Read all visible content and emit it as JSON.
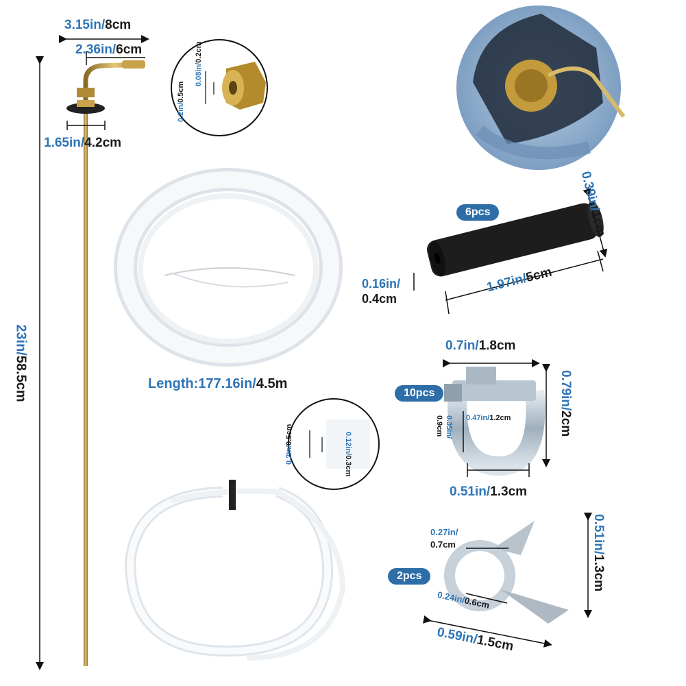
{
  "labels": {
    "rod_width_top": {
      "blue": "3.15in/",
      "black": "8cm"
    },
    "rod_bend": {
      "blue": "2.36in/",
      "black": "6cm"
    },
    "rod_base": {
      "blue": "1.65in/",
      "black": "4.2cm"
    },
    "rod_length": {
      "blue": "23in/",
      "black": "58.5cm"
    },
    "nut_a": {
      "blue": "0.08in/",
      "black": "0.2cm"
    },
    "nut_b": {
      "blue": "0.2in/",
      "black": "0.5cm"
    },
    "hose_length": {
      "blue": "Length:177.16in/",
      "black": "4.5m"
    },
    "tube_outer": {
      "blue": "0.2in/",
      "black": "0.5cm"
    },
    "tube_inner": {
      "blue": "0.12in/",
      "black": "0.3cm"
    },
    "sleeve_diameter": {
      "blue": "0.39in/",
      "black": "1cm"
    },
    "sleeve_inner": {
      "blue": "0.16in/",
      "black": "0.4cm"
    },
    "sleeve_length": {
      "blue": "1.97in/",
      "black": "5cm"
    },
    "clamp_width": {
      "blue": "0.7in/",
      "black": "1.8cm"
    },
    "clamp_height": {
      "blue": "0.79in/",
      "black": "2cm"
    },
    "clamp_inner": {
      "blue": "0.47in/",
      "black": "1.2cm"
    },
    "clamp_band": {
      "blue": "0.35in/",
      "black": "0.9cm"
    },
    "clamp_base": {
      "blue": "0.51in/",
      "black": "1.3cm"
    },
    "spring_height": {
      "blue": "0.51in/",
      "black": "1.3cm"
    },
    "spring_top": {
      "blue": "0.27in/",
      "black": "0.7cm"
    },
    "spring_inner": {
      "blue": "0.24in/",
      "black": "0.6cm"
    },
    "spring_length": {
      "blue": "0.59in/",
      "black": "1.5cm"
    }
  },
  "badges": {
    "sleeves": "6pcs",
    "clamps": "10pcs",
    "springs": "2pcs"
  },
  "colors": {
    "accent": "#2e75b6",
    "badge": "#2e6ea8",
    "brass": "#c9a24a",
    "tank_blue": "#8eaed1"
  }
}
